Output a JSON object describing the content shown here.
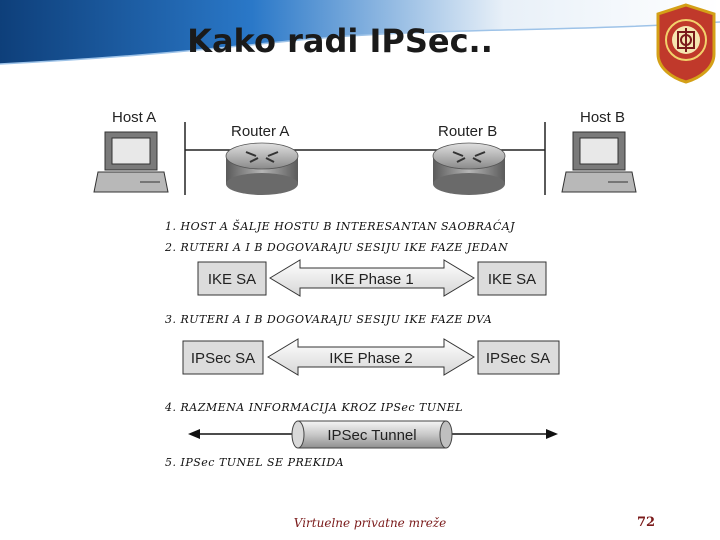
{
  "slide": {
    "title": "Kako radi IPSec..",
    "footer": "Virtuelne privatne mreže",
    "page_number": "72"
  },
  "diagram": {
    "host_a": "Host A",
    "host_b": "Host B",
    "router_a": "Router A",
    "router_b": "Router B",
    "steps": [
      "1. HOST A ŠALJE HOSTU B INTERESANTAN SAOBRAĆAJ",
      "2. RUTERI A I B DOGOVARAJU SESIJU IKE FAZE JEDAN",
      "3. RUTERI A I B DOGOVARAJU SESIJU IKE FAZE DVA",
      "4. RAZMENA INFORMACIJA KROZ IPSec TUNEL",
      "5. IPSec TUNEL SE PREKIDA"
    ],
    "phase1": {
      "left": "IKE SA",
      "center": "IKE Phase 1",
      "right": "IKE SA"
    },
    "phase2": {
      "left": "IPSec SA",
      "center": "IKE Phase 2",
      "right": "IPSec SA"
    },
    "tunnel_label": "IPSec Tunnel"
  },
  "colors": {
    "banner": "#1b5fa8",
    "title": "#1a1a1a",
    "footer": "#7a1a1a",
    "emblem": "#c0392b",
    "emblem_border": "#d4a017"
  }
}
